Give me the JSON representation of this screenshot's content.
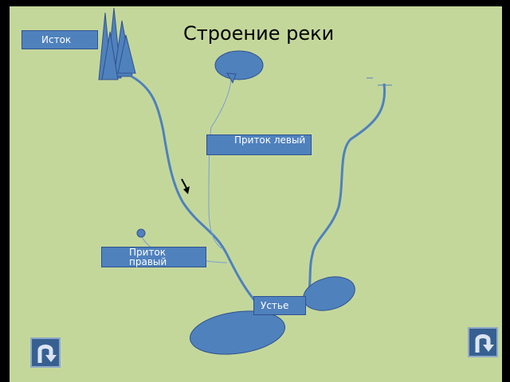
{
  "title": "Строение реки",
  "labels": {
    "source": "Исток",
    "left_tributary": "Приток левый",
    "right_tributary": "Приток правый",
    "mouth": "Устье"
  },
  "colors": {
    "background": "#c4d79b",
    "water": "#4f81bd",
    "river_line": "#4f81bd",
    "nav_button": "#376092"
  },
  "icons": {
    "nav_back_left": "u-turn-arrow-icon",
    "nav_back_right": "u-turn-arrow-icon"
  }
}
